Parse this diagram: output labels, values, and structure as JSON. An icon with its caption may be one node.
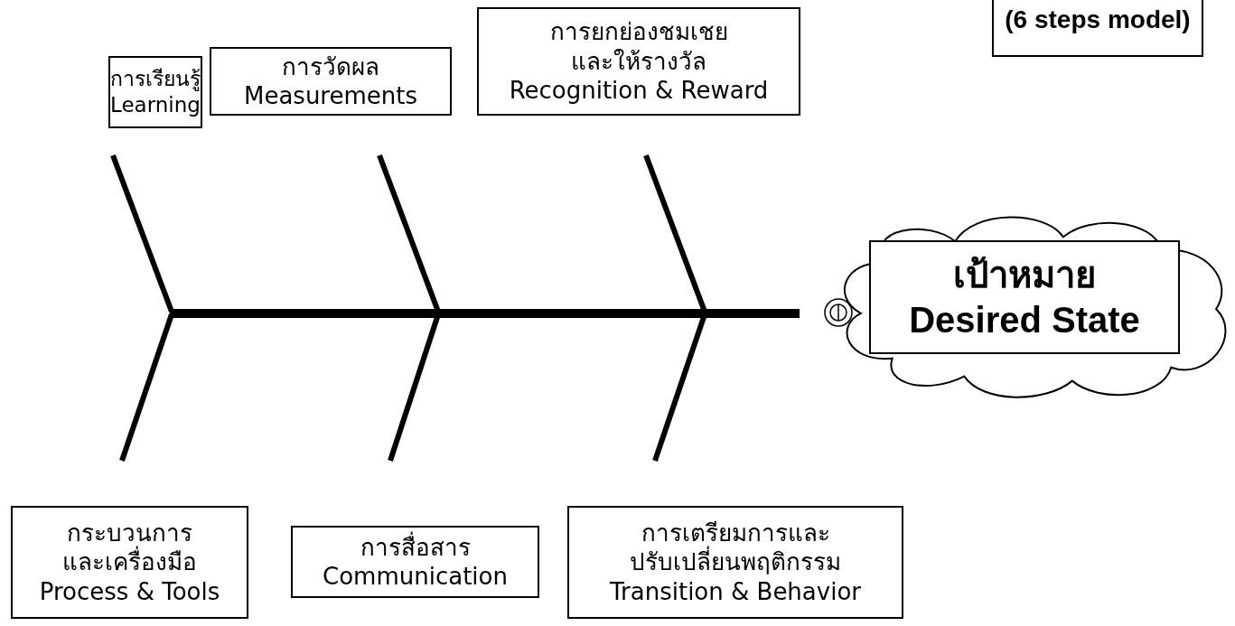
{
  "diagram": {
    "nodes": [
      {
        "text": [
          "การเรียนรู้",
          "Learning"
        ]
      },
      {
        "text": [
          "การวัดผล",
          "Measurements"
        ]
      },
      {
        "text": [
          "การยกย่องชมเชย และให้รางวัล",
          "Recognition & Reward"
        ]
      },
      {
        "text": [
          "(6 steps model)"
        ]
      },
      {
        "text": [
          "กระบวนการ และเครื่องมือ",
          "Process & Tools"
        ]
      },
      {
        "text": [
          "การสื่อสาร",
          "Communication"
        ]
      },
      {
        "text": [
          "การเตรียมการและ ปรับเปลี่ยนพฤติกรรม",
          "Transition & Behavior"
        ]
      },
      {
        "text": [],
        "shape": "cloud"
      },
      {
        "text": [
          "เป้าหมาย",
          "Desired State"
        ],
        "in": 7
      }
    ]
  }
}
